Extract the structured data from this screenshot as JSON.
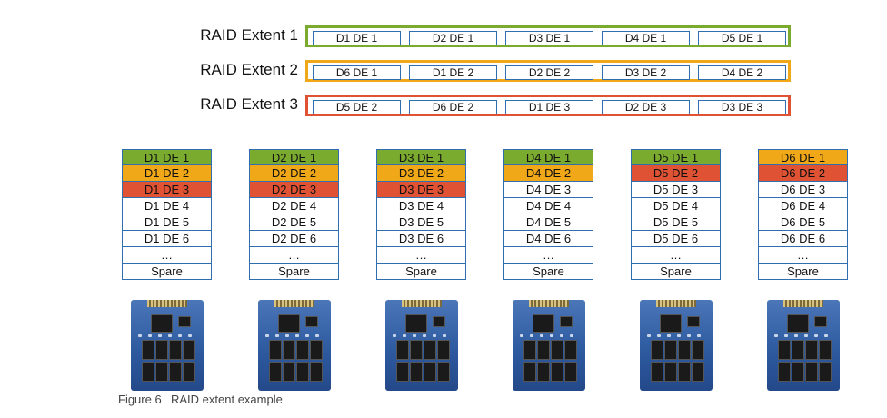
{
  "extents": [
    {
      "label": "RAID Extent 1",
      "color": "#7aaa2e",
      "cells": [
        "D1 DE 1",
        "D2 DE 1",
        "D3 DE 1",
        "D4 DE 1",
        "D5 DE 1"
      ]
    },
    {
      "label": "RAID Extent 2",
      "color": "#f0a818",
      "cells": [
        "D6 DE 1",
        "D1 DE 2",
        "D2 DE 2",
        "D3 DE 2",
        "D4 DE 2"
      ]
    },
    {
      "label": "RAID Extent 3",
      "color": "#df5234",
      "cells": [
        "D5 DE 2",
        "D6 DE 2",
        "D1 DE 3",
        "D2 DE 3",
        "D3 DE 3"
      ]
    }
  ],
  "colors": {
    "extent1": "#7aaa2e",
    "extent2": "#f0a818",
    "extent3": "#df5234",
    "border": "#2f6fb0"
  },
  "drives": [
    {
      "cells": [
        {
          "label": "D1 DE 1",
          "extent": 1
        },
        {
          "label": "D1 DE 2",
          "extent": 2
        },
        {
          "label": "D1 DE 3",
          "extent": 3
        },
        {
          "label": "D1 DE 4",
          "extent": 0
        },
        {
          "label": "D1 DE 5",
          "extent": 0
        },
        {
          "label": "D1 DE 6",
          "extent": 0
        },
        {
          "label": "…",
          "extent": 0
        },
        {
          "label": "Spare",
          "extent": 0
        }
      ]
    },
    {
      "cells": [
        {
          "label": "D2 DE 1",
          "extent": 1
        },
        {
          "label": "D2 DE 2",
          "extent": 2
        },
        {
          "label": "D2 DE 3",
          "extent": 3
        },
        {
          "label": "D2 DE 4",
          "extent": 0
        },
        {
          "label": "D2 DE 5",
          "extent": 0
        },
        {
          "label": "D2 DE 6",
          "extent": 0
        },
        {
          "label": "…",
          "extent": 0
        },
        {
          "label": "Spare",
          "extent": 0
        }
      ]
    },
    {
      "cells": [
        {
          "label": "D3 DE 1",
          "extent": 1
        },
        {
          "label": "D3 DE 2",
          "extent": 2
        },
        {
          "label": "D3 DE 3",
          "extent": 3
        },
        {
          "label": "D3 DE 4",
          "extent": 0
        },
        {
          "label": "D3 DE 5",
          "extent": 0
        },
        {
          "label": "D3 DE 6",
          "extent": 0
        },
        {
          "label": "…",
          "extent": 0
        },
        {
          "label": "Spare",
          "extent": 0
        }
      ]
    },
    {
      "cells": [
        {
          "label": "D4 DE 1",
          "extent": 1
        },
        {
          "label": "D4 DE 2",
          "extent": 2
        },
        {
          "label": "D4 DE 3",
          "extent": 0
        },
        {
          "label": "D4 DE 4",
          "extent": 0
        },
        {
          "label": "D4 DE 5",
          "extent": 0
        },
        {
          "label": "D4 DE 6",
          "extent": 0
        },
        {
          "label": "…",
          "extent": 0
        },
        {
          "label": "Spare",
          "extent": 0
        }
      ]
    },
    {
      "cells": [
        {
          "label": "D5 DE 1",
          "extent": 1
        },
        {
          "label": "D5 DE 2",
          "extent": 3
        },
        {
          "label": "D5 DE 3",
          "extent": 0
        },
        {
          "label": "D5 DE 4",
          "extent": 0
        },
        {
          "label": "D5 DE 5",
          "extent": 0
        },
        {
          "label": "D5 DE 6",
          "extent": 0
        },
        {
          "label": "…",
          "extent": 0
        },
        {
          "label": "Spare",
          "extent": 0
        }
      ]
    },
    {
      "cells": [
        {
          "label": "D6 DE 1",
          "extent": 2
        },
        {
          "label": "D6 DE 2",
          "extent": 3
        },
        {
          "label": "D6 DE 3",
          "extent": 0
        },
        {
          "label": "D6 DE 4",
          "extent": 0
        },
        {
          "label": "D6 DE 5",
          "extent": 0
        },
        {
          "label": "D6 DE 6",
          "extent": 0
        },
        {
          "label": "…",
          "extent": 0
        },
        {
          "label": "Spare",
          "extent": 0
        }
      ]
    }
  ],
  "drive_icon": "ssd-drive-icon",
  "caption": {
    "number": "Figure 6",
    "title": "RAID extent example"
  }
}
